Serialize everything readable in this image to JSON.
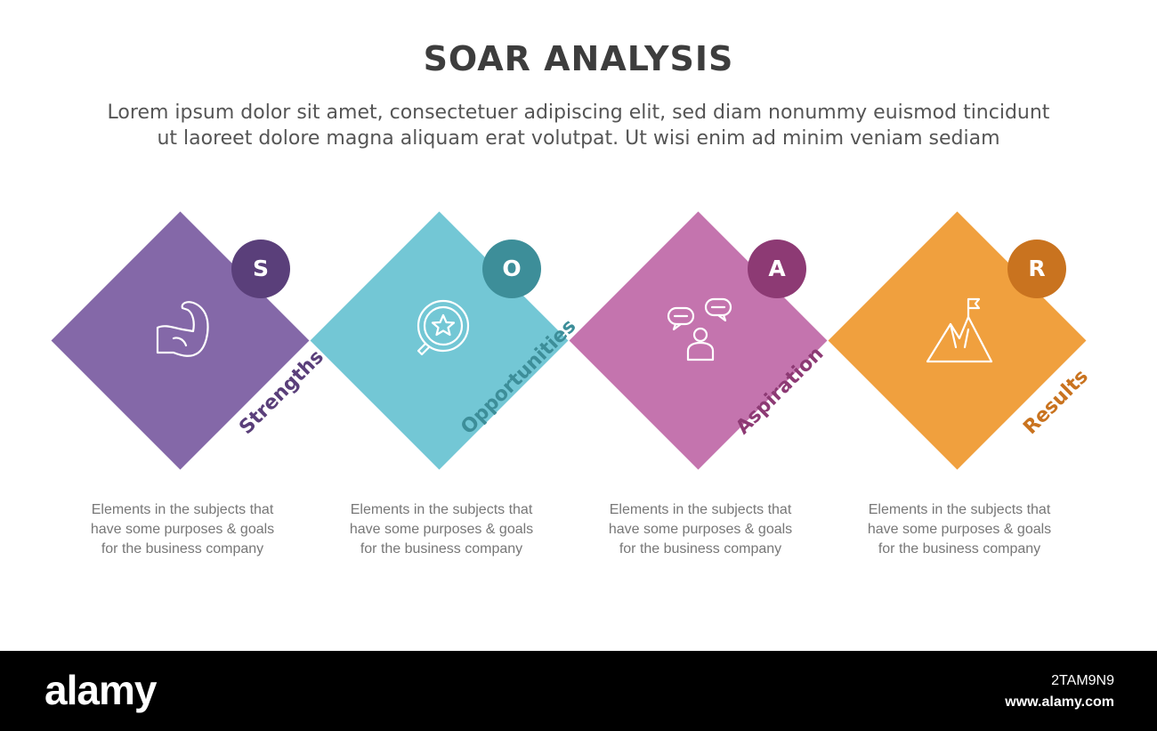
{
  "header": {
    "title": "SOAR ANALYSIS",
    "subtitle_line1": "Lorem ipsum dolor sit amet, consectetuer adipiscing elit, sed diam nonummy euismod tincidunt",
    "subtitle_line2": "ut laoreet dolore magna aliquam erat volutpat. Ut wisi enim ad minim veniam sediam"
  },
  "items": [
    {
      "letter": "S",
      "label": "Strengths",
      "icon": "muscle-arm-icon",
      "color": "#8468a8",
      "accent": "#5a3f7a",
      "desc_lines": [
        "Elements in the subjects that",
        "have  some purposes & goals",
        "for the  business company"
      ]
    },
    {
      "letter": "O",
      "label": "Opportunities",
      "icon": "star-magnifier-icon",
      "color": "#73c7d5",
      "accent": "#3d8e99",
      "desc_lines": [
        "Elements in the subjects that",
        "have  some purposes & goals",
        "for the  business company"
      ]
    },
    {
      "letter": "A",
      "label": "Aspiration",
      "icon": "chat-person-icon",
      "color": "#c474ae",
      "accent": "#8d3a74",
      "desc_lines": [
        "Elements in the subjects that",
        "have  some purposes & goals",
        "for the  business company"
      ]
    },
    {
      "letter": "R",
      "label": "Results",
      "icon": "mountain-flag-icon",
      "color": "#f0a03e",
      "accent": "#c9731f",
      "desc_lines": [
        "Elements in the subjects that",
        "have  some purposes & goals",
        "for the  business company"
      ]
    }
  ],
  "footer": {
    "watermark": "alamy",
    "image_id": "2TAM9N9",
    "url": "www.alamy.com"
  }
}
